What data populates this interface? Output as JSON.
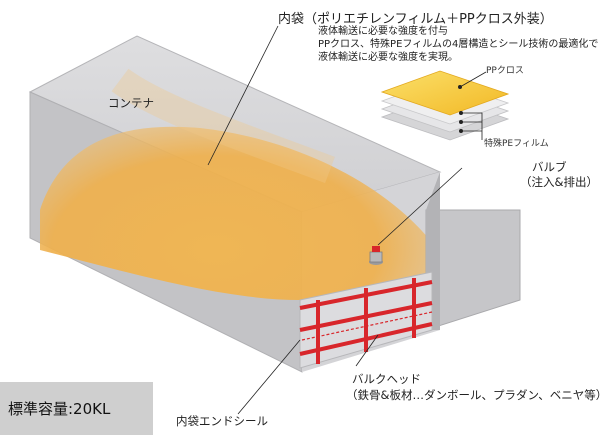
{
  "labels": {
    "inner_bag_title": "内袋（ポリエチレンフィルム＋PPクロス外装）",
    "inner_bag_desc_1": "液体輸送に必要な強度を付与",
    "inner_bag_desc_2": "PPクロス、特殊PEフィルムの4層構造とシール技術の最適化で",
    "inner_bag_desc_3": "液体輸送に必要な強度を実現。",
    "pp_cloth": "PPクロス",
    "special_pe_film": "特殊PEフィルム",
    "container": "コンテナ",
    "valve": "バルブ",
    "valve_sub": "（注入&排出）",
    "bulkhead": "バルクヘッド",
    "bulkhead_sub": "（鉄骨&板材…ダンボール、プラダン、ベニヤ等）",
    "inner_bag_end_seal": "内袋エンドシール",
    "capacity": "標準容量:20KL"
  },
  "colors": {
    "container_gray": "#c9c9cc",
    "bag_orange": "#f0b24a",
    "bulkhead_red": "#d8262b",
    "layer_yellow": "#f7c93a"
  }
}
